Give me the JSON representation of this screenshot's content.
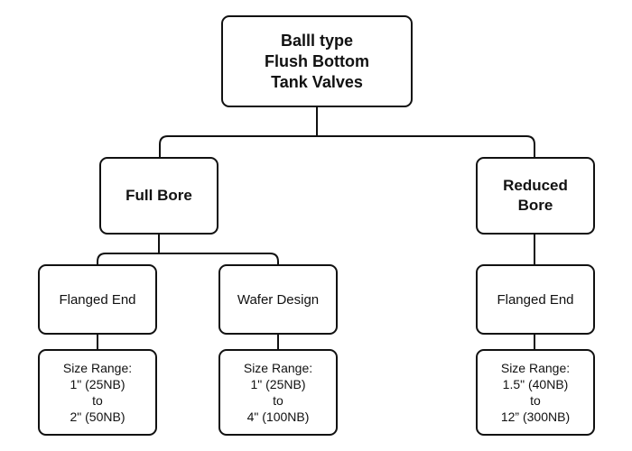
{
  "root": {
    "label": "Balll type\nFlush Bottom\nTank Valves"
  },
  "level1": [
    {
      "label": "Full Bore"
    },
    {
      "label": "Reduced\nBore"
    }
  ],
  "level2": [
    {
      "label": "Flanged End"
    },
    {
      "label": "Wafer Design"
    },
    {
      "label": "Flanged End"
    }
  ],
  "level3": [
    {
      "label": "Size Range:\n1\" (25NB)\nto\n2\" (50NB)"
    },
    {
      "label": "Size Range:\n1\" (25NB)\nto\n4\" (100NB)"
    },
    {
      "label": "Size Range:\n1.5\" (40NB)\nto\n12” (300NB)"
    }
  ]
}
